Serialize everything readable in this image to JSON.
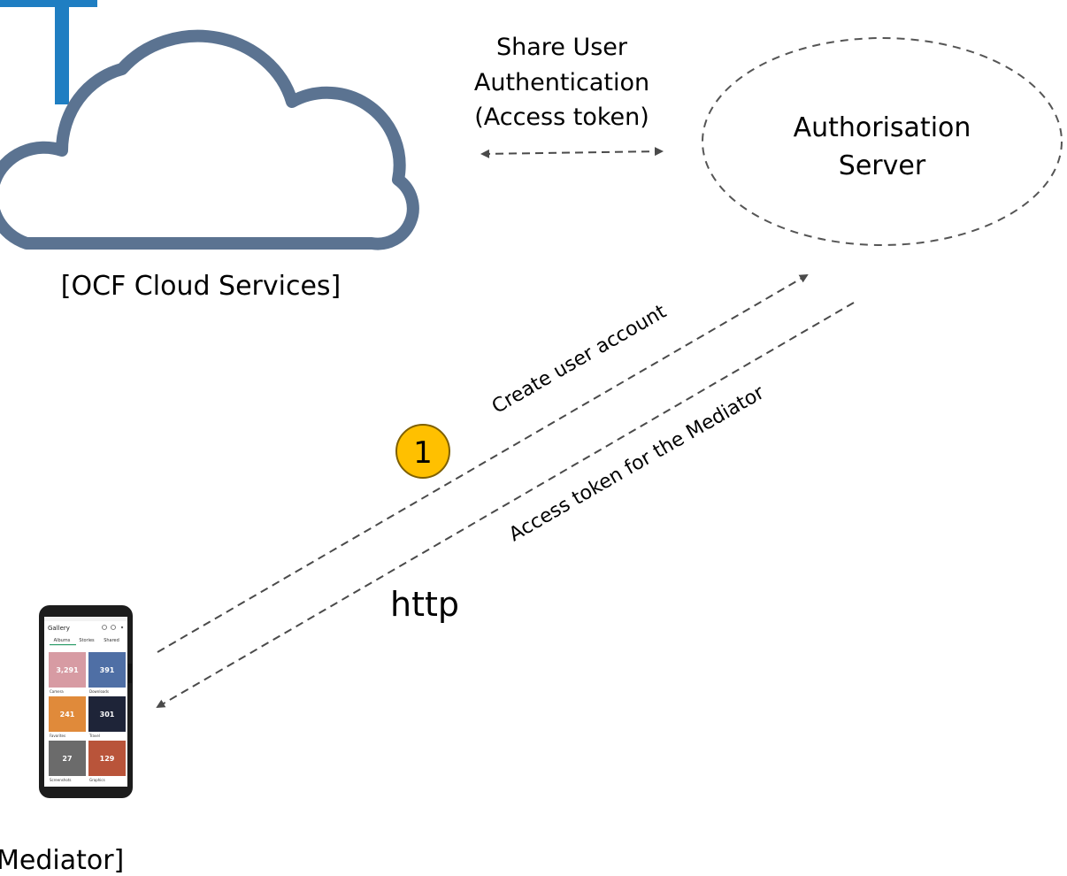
{
  "cloud": {
    "label": "[OCF Cloud Services]",
    "outline_color": "#5B7391",
    "accent_color": "#1F7EC2"
  },
  "auth_server": {
    "line1": "Authorisation",
    "line2": "Server"
  },
  "share_auth": {
    "line1": "Share User",
    "line2": "Authentication",
    "line3": "(Access token)"
  },
  "arrows": {
    "create_label": "Create user account",
    "token_label": "Access token for the Mediator",
    "color": "#4A4A4A"
  },
  "step_badge": {
    "number": "1",
    "fill": "#FFC000",
    "stroke": "#7F6000"
  },
  "protocol": "http",
  "phone": {
    "label": "Mediator]",
    "app_title": "Gallery",
    "tabs": [
      "Albums",
      "Stories",
      "Shared"
    ],
    "tiles": [
      {
        "count": "3,291",
        "name": "Camera",
        "color": "#D79BA3"
      },
      {
        "count": "391",
        "name": "Downloads",
        "color": "#4F6FA5"
      },
      {
        "count": "241",
        "name": "Favorites",
        "color": "#E08A3A"
      },
      {
        "count": "301",
        "name": "Travel",
        "color": "#1E2438"
      },
      {
        "count": "27",
        "name": "Screenshots",
        "color": "#6B6B6B"
      },
      {
        "count": "129",
        "name": "Graphics",
        "color": "#B9543A"
      }
    ]
  }
}
